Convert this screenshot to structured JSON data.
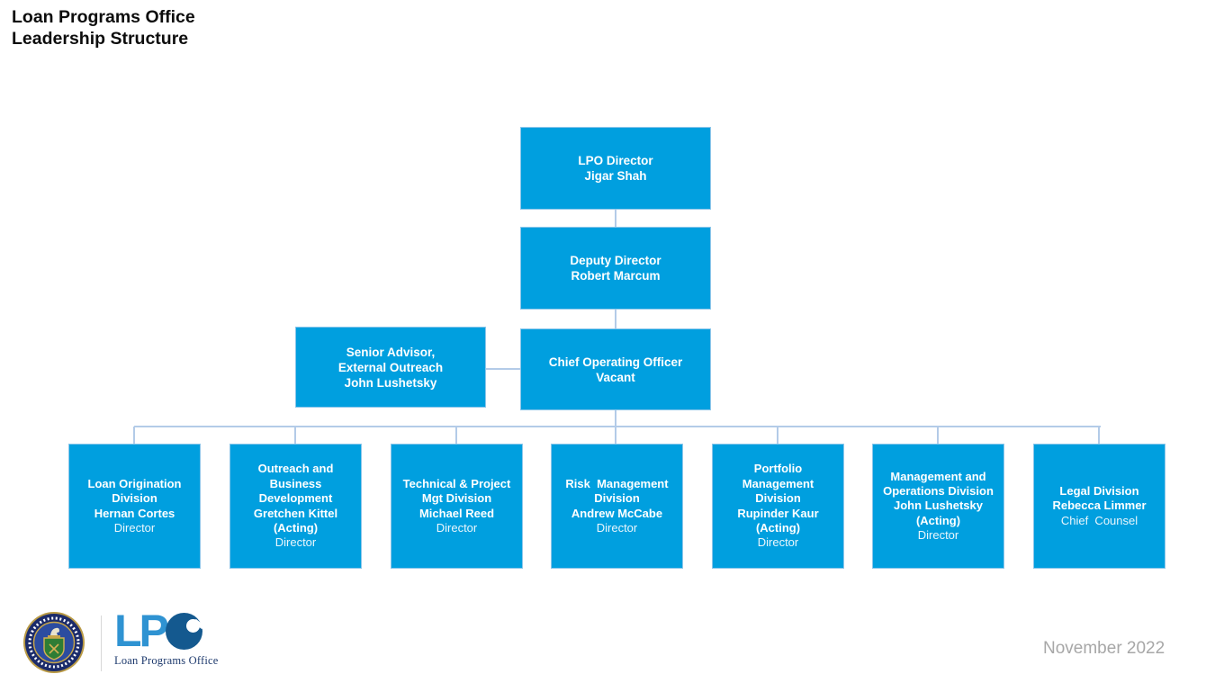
{
  "page": {
    "title_line1": "Loan Programs Office",
    "title_line2": "Leadership Structure",
    "date": "November 2022"
  },
  "colors": {
    "node_fill": "#009FDF",
    "node_border": "#8CC6EA",
    "connector": "#B3CBE8",
    "title_text": "#0D0D0D",
    "date_text": "#A7A7A7",
    "lpo_light": "#2F93D2",
    "lpo_dark": "#14598F",
    "wordmark": "#1E3A6D",
    "divider": "#D8D8D8"
  },
  "org": {
    "director": {
      "title": "LPO Director",
      "name": "Jigar Shah"
    },
    "deputy": {
      "title": "Deputy Director",
      "name": "Robert Marcum"
    },
    "senior_advisor": {
      "title_line1": "Senior Advisor,",
      "title_line2": "External Outreach",
      "name": "John Lushetsky"
    },
    "coo": {
      "title": "Chief Operating Officer",
      "name": "Vacant"
    },
    "divisions": [
      {
        "title": "Loan Origination Division",
        "name": "Hernan Cortes",
        "acting": "",
        "role": "Director"
      },
      {
        "title": "Outreach and Business Development",
        "name": "Gretchen Kittel",
        "acting": "(Acting)",
        "role": "Director"
      },
      {
        "title": "Technical & Project Mgt Division",
        "name": "Michael Reed",
        "acting": "",
        "role": "Director"
      },
      {
        "title": "Risk  Management Division",
        "name": "Andrew McCabe",
        "acting": "",
        "role": "Director"
      },
      {
        "title": "Portfolio Management Division",
        "name": "Rupinder Kaur",
        "acting": "(Acting)",
        "role": "Director"
      },
      {
        "title": "Management and Operations Division",
        "name": "John Lushetsky",
        "acting": "(Acting)",
        "role": "Director"
      },
      {
        "title": "Legal Division",
        "name": "Rebecca Limmer",
        "acting": "",
        "role": "Chief  Counsel"
      }
    ]
  },
  "footer": {
    "doe_seal_alt": "U.S. Department of Energy seal",
    "lpo_letters": "LP",
    "lpo_wordmark": "Loan Programs Office"
  }
}
